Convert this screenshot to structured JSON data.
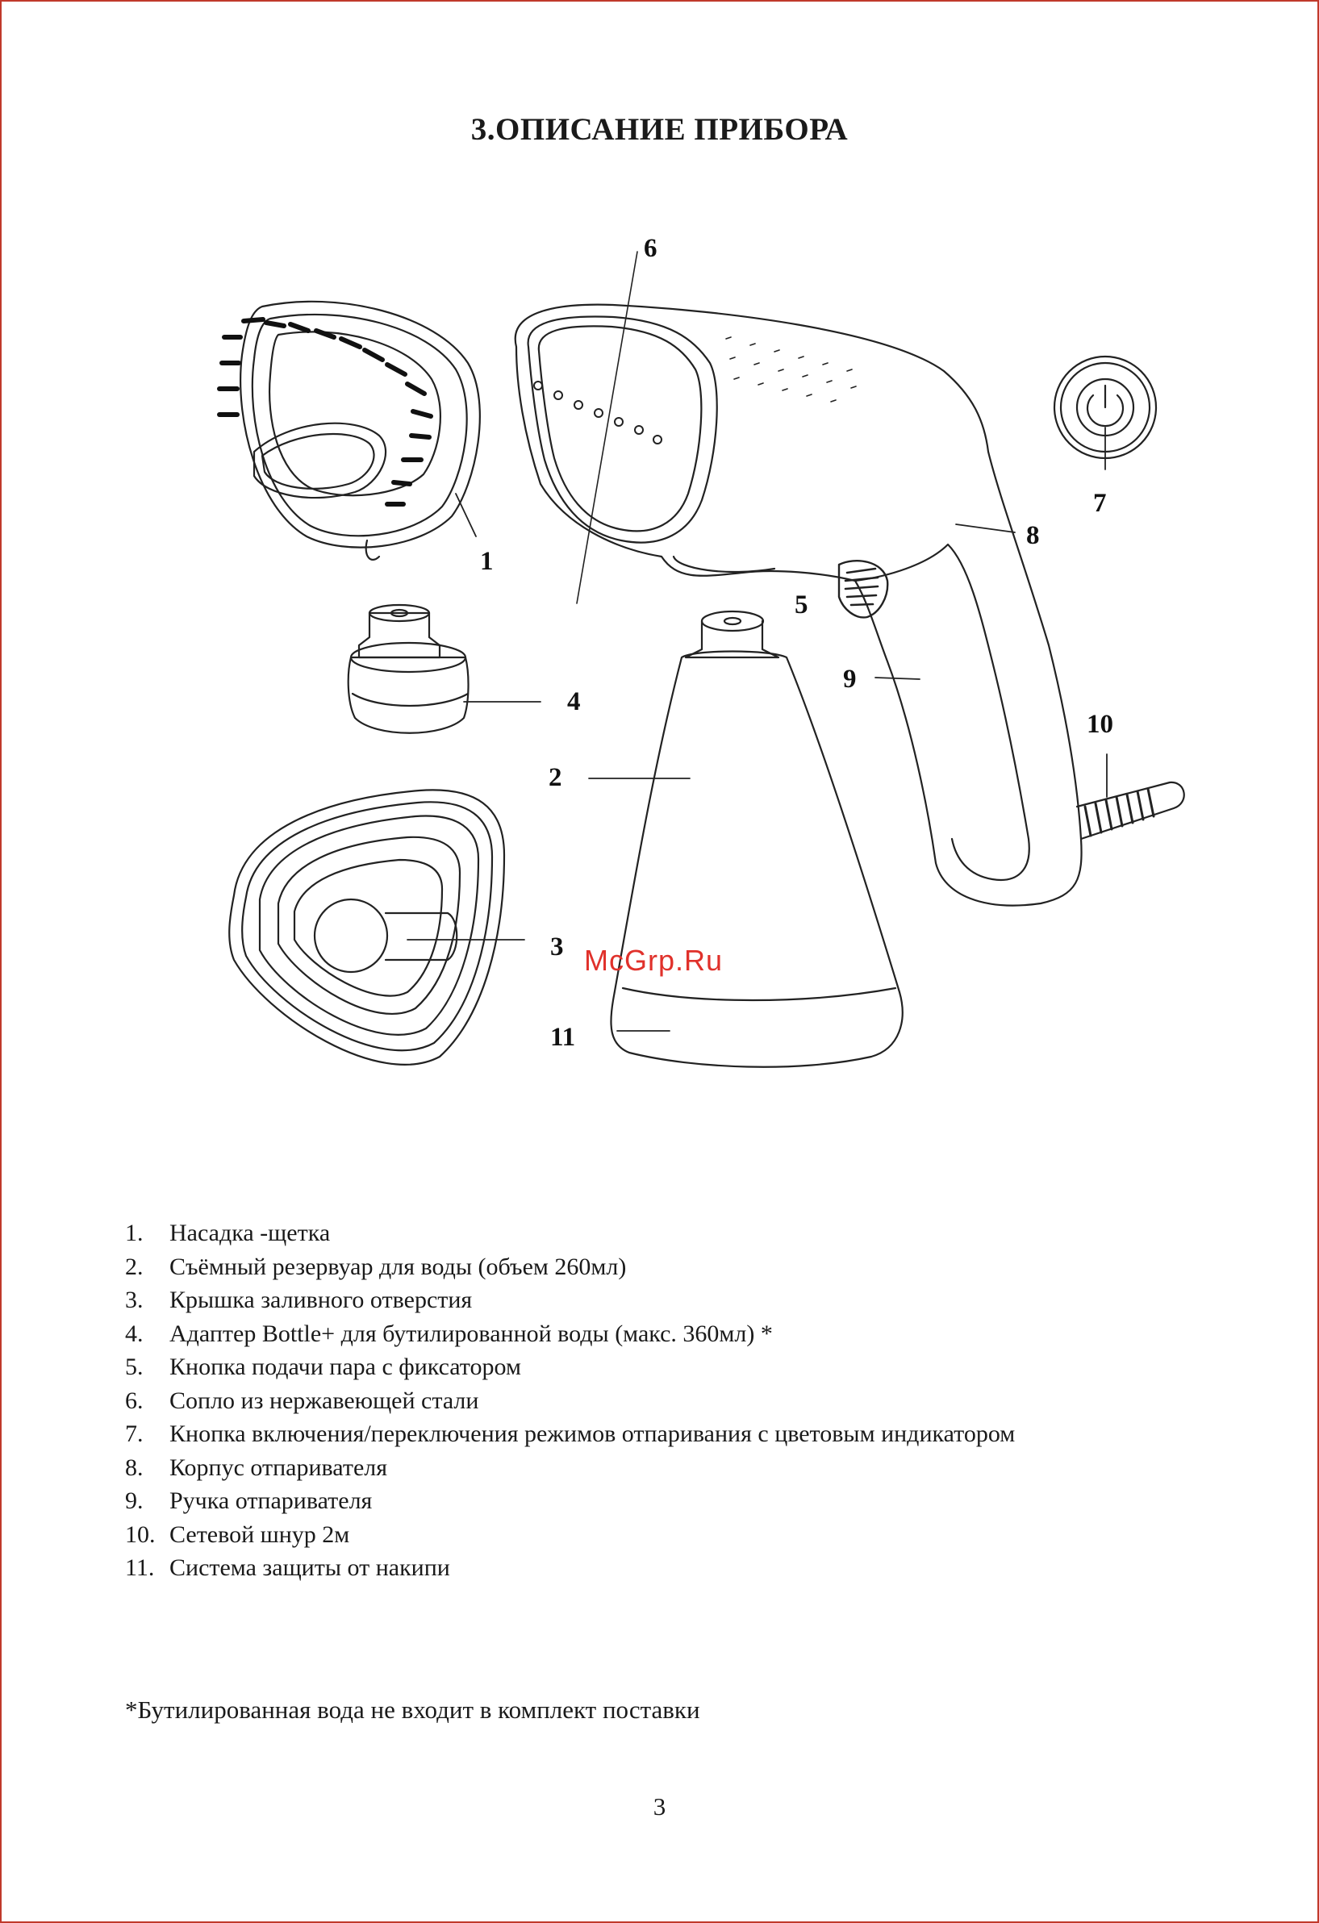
{
  "title": "3.ОПИСАНИЕ ПРИБОРА",
  "diagram_labels": {
    "l1": "1",
    "l2": "2",
    "l3": "3",
    "l4": "4",
    "l5": "5",
    "l6": "6",
    "l7": "7",
    "l8": "8",
    "l9": "9",
    "l10": "10",
    "l11": "11"
  },
  "watermark": "McGrp.Ru",
  "parts": [
    {
      "num": "1.",
      "text": "Насадка -щетка"
    },
    {
      "num": "2.",
      "text": "Съёмный резервуар для воды (объем 260мл)"
    },
    {
      "num": "3.",
      "text": "Крышка заливного отверстия"
    },
    {
      "num": "4.",
      "text": "Адаптер Bottle+ для бутилированной воды (макс. 360мл) *"
    },
    {
      "num": "5.",
      "text": "Кнопка подачи пара с фиксатором"
    },
    {
      "num": "6.",
      "text": "Сопло из нержавеющей стали"
    },
    {
      "num": "7.",
      "text": "Кнопка включения/переключения режимов отпаривания с цветовым индикатором"
    },
    {
      "num": "8.",
      "text": "Корпус отпаривателя"
    },
    {
      "num": "9.",
      "text": "Ручка отпаривателя"
    },
    {
      "num": "10.",
      "text": "Сетевой шнур 2м"
    },
    {
      "num": "11.",
      "text": "Система защиты от накипи"
    }
  ],
  "footnote": "*Бутилированная вода не входит в комплект поставки",
  "page_number": "3",
  "colors": {
    "frame": "#c0392b",
    "watermark": "#e0312b",
    "ink": "#1a1a1a"
  }
}
